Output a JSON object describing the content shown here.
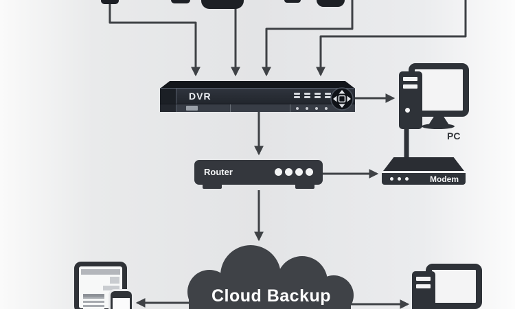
{
  "diagram": {
    "nodes": {
      "cameras": {
        "icon": "security-camera-stub-icons",
        "visible_feeds": 4
      },
      "dvr": {
        "label": "DVR",
        "icon": "dvr-recorder-icon"
      },
      "pc": {
        "label": "PC",
        "icon": "desktop-computer-icon"
      },
      "router": {
        "label": "Router",
        "icon": "router-icon",
        "indicator_dots": 4
      },
      "modem": {
        "label": "Modem",
        "icon": "modem-icon",
        "indicator_dots": 3
      },
      "cloud": {
        "label": "Cloud Backup",
        "icon": "cloud-icon"
      },
      "mobile": {
        "icon": "tablet-and-phone-icon"
      },
      "remote_pc": {
        "icon": "desktop-computer-icon"
      }
    },
    "connections": [
      {
        "from": "camera-1",
        "to": "dvr"
      },
      {
        "from": "camera-2",
        "to": "dvr"
      },
      {
        "from": "camera-3",
        "to": "dvr"
      },
      {
        "from": "camera-4",
        "to": "dvr"
      },
      {
        "from": "dvr",
        "to": "pc"
      },
      {
        "from": "dvr",
        "to": "router"
      },
      {
        "from": "pc",
        "to": "modem"
      },
      {
        "from": "router",
        "to": "modem"
      },
      {
        "from": "router",
        "to": "cloud"
      },
      {
        "from": "cloud",
        "to": "mobile"
      },
      {
        "from": "cloud",
        "to": "remote_pc"
      }
    ],
    "colors": {
      "device_dark": "#2e3238",
      "connector": "#3e4145",
      "cloud_fill": "#3f4247",
      "screen_white": "#f4f4f5",
      "label_light": "#ffffff",
      "label_dark": "#34373c",
      "background_center": "#e3e4e6",
      "background_edge": "#fafafa"
    }
  }
}
